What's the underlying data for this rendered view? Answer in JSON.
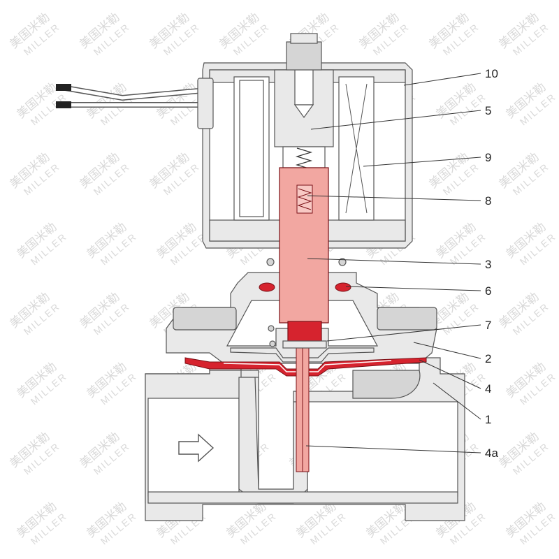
{
  "watermark": {
    "chinese_text": "美国米勒",
    "latin_text": "MILLER"
  },
  "colors": {
    "plunger_fill": "#f2a7a1",
    "seal_red": "#d6232e",
    "body_gray": "#e9e9e9",
    "outline": "#555555"
  },
  "callouts": [
    {
      "label": "10"
    },
    {
      "label": "5"
    },
    {
      "label": "9"
    },
    {
      "label": "8"
    },
    {
      "label": "3"
    },
    {
      "label": "6"
    },
    {
      "label": "7"
    },
    {
      "label": "2"
    },
    {
      "label": "4"
    },
    {
      "label": "1"
    },
    {
      "label": "4a"
    }
  ]
}
